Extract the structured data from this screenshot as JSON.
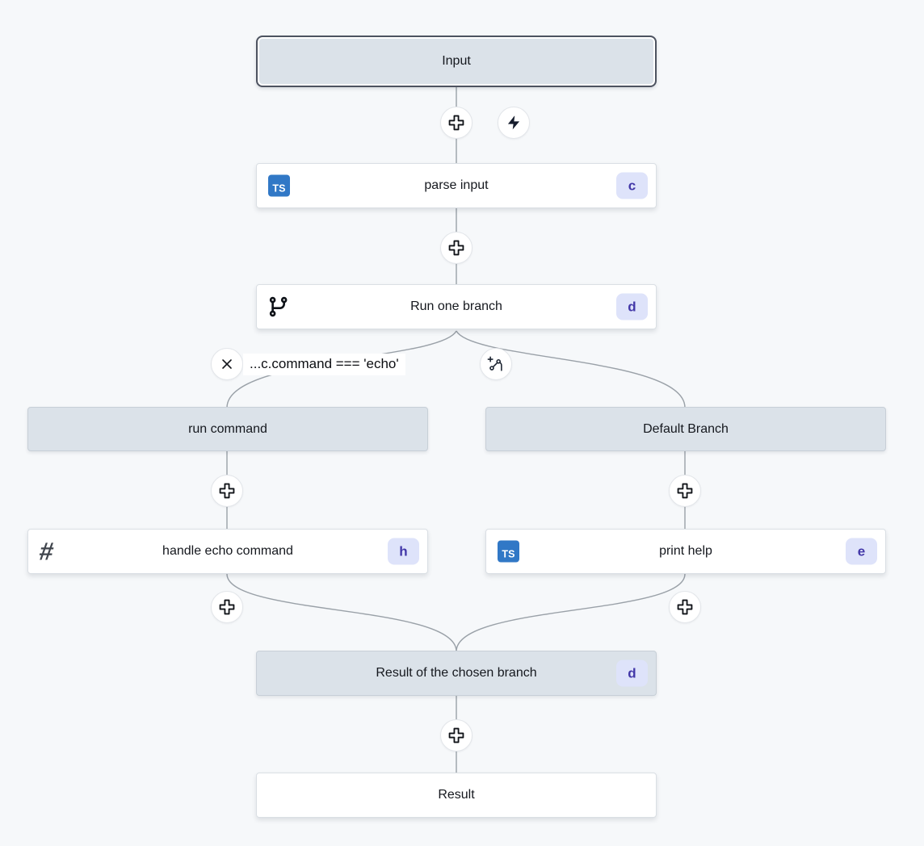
{
  "colors": {
    "background": "#f6f8fa",
    "edge": "#9aa1a8",
    "node_bg": "#ffffff",
    "module_header_bg": "#dbe2e9",
    "selected_border": "#4d5360",
    "badge_bg": "#dee3fa",
    "badge_text": "#4237a8",
    "typescript_blue": "#3178c6"
  },
  "nodes": {
    "input": {
      "label": "Input"
    },
    "parse_input": {
      "label": "parse input",
      "badge": "c",
      "icon": "typescript-icon"
    },
    "run_one_branch": {
      "label": "Run one branch",
      "badge": "d",
      "icon": "git-fork-icon"
    },
    "run_command": {
      "label": "run command"
    },
    "default_branch": {
      "label": "Default Branch"
    },
    "handle_echo_command": {
      "label": "handle echo command",
      "badge": "h",
      "icon": "bash-icon"
    },
    "print_help": {
      "label": "print help",
      "badge": "e",
      "icon": "typescript-icon"
    },
    "result_of_chosen_branch": {
      "label": "Result of the chosen branch",
      "badge": "d"
    },
    "result": {
      "label": "Result"
    }
  },
  "branch": {
    "condition_label": "...c.command === 'echo'"
  },
  "icons": {
    "typescript_label": "TS",
    "bash_glyph": "#"
  }
}
